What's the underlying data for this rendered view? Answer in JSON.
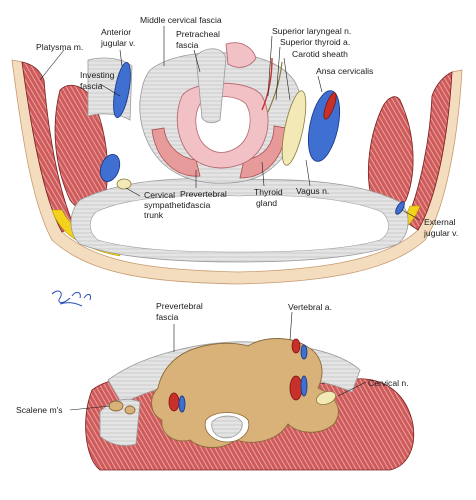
{
  "labels": {
    "platysma": "Platysma m.",
    "investing_1": "Investing",
    "investing_2": "fascia",
    "anterior_jugular_1": "Anterior",
    "anterior_jugular_2": "jugular v.",
    "middle_cervical": "Middle cervical fascia",
    "pretracheal_1": "Pretracheal",
    "pretracheal_2": "fascia",
    "superior_laryngeal": "Superior laryngeal n.",
    "superior_thyroid": "Superior thyroid a.",
    "carotid_sheath": "Carotid sheath",
    "ansa_cervicalis": "Ansa cervicalis",
    "cervical_symp_1": "Cervical",
    "cervical_symp_2": "sympathetic",
    "cervical_symp_3": "trunk",
    "prevertebral_top_1": "Prevertebral",
    "prevertebral_top_2": "fascia",
    "thyroid_gland_1": "Thyroid",
    "thyroid_gland_2": "gland",
    "vagus": "Vagus n.",
    "external_jugular_1": "External",
    "external_jugular_2": "jugular v.",
    "prevertebral_bottom_1": "Prevertebral",
    "prevertebral_bottom_2": "fascia",
    "vertebral_artery": "Vertebral a.",
    "cervical_nerve": "Cervical n.",
    "scalene": "Scalene m's"
  },
  "signature": "Gary Walker"
}
